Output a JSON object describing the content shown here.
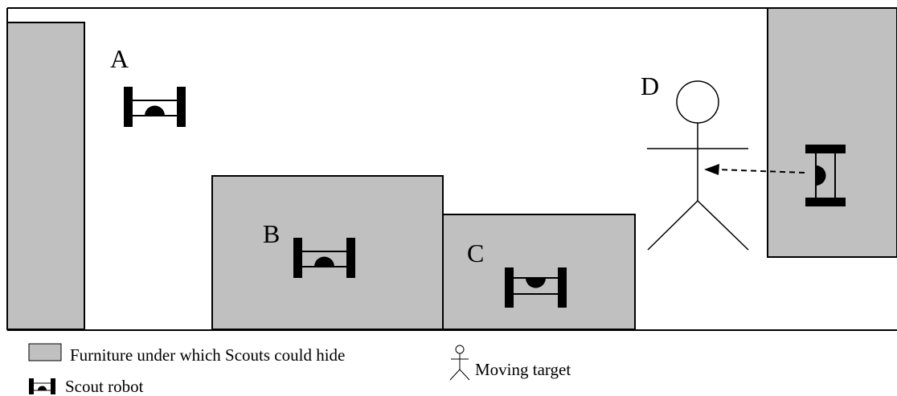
{
  "labels": {
    "a": "A",
    "b": "B",
    "c": "C",
    "d": "D"
  },
  "legend": {
    "furniture": "Furniture under which Scouts could hide",
    "scout": "Scout robot",
    "target": "Moving target"
  },
  "colors": {
    "furniture_fill": "#c0c0c0",
    "line": "#000000",
    "background": "#ffffff"
  },
  "icons": {
    "furniture": "gray-rectangle",
    "scout": "wheeled-robot",
    "target": "stick-figure"
  }
}
